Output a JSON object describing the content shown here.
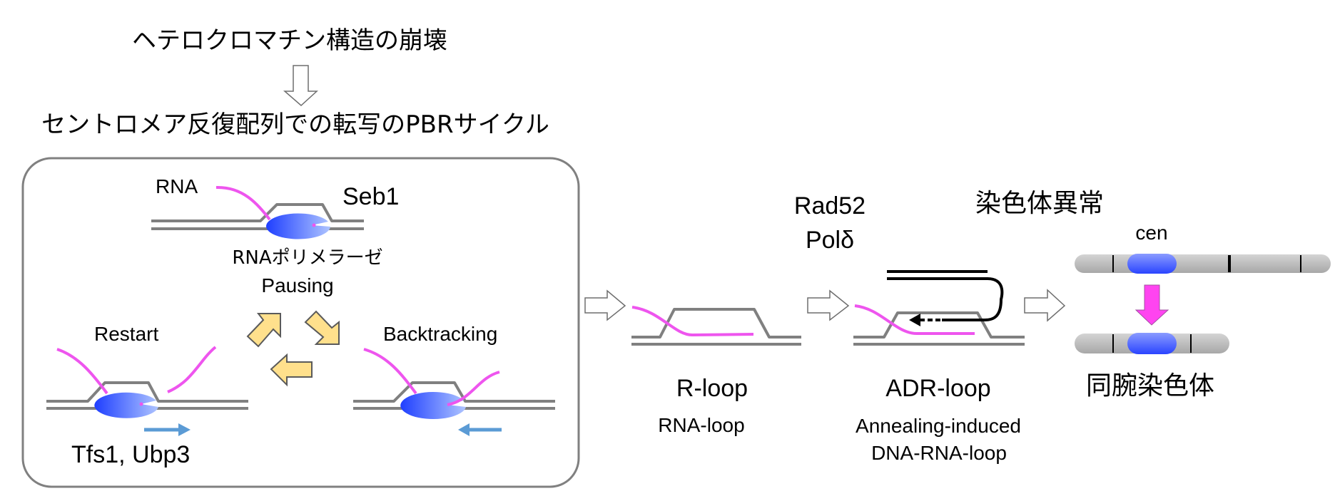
{
  "title": {
    "cause": "ヘテロクロマチン構造の崩壊",
    "cycle": "セントロメア反復配列での転写のPBRサイクル"
  },
  "pbr_cycle": {
    "pausing": {
      "rna_label": "RNA",
      "factor_label": "Seb1",
      "enzyme_label": "RNAポリメラーゼ",
      "state_label": "Pausing"
    },
    "restart": {
      "state_label": "Restart",
      "factor_label": "Tfs1, Ubp3"
    },
    "backtracking": {
      "state_label": "Backtracking"
    }
  },
  "r_loop": {
    "title": "R-loop",
    "subtitle": "RNA-loop"
  },
  "adr_loop": {
    "factors_line1": "Rad52",
    "factors_line2": "Polδ",
    "title": "ADR-loop",
    "subtitle_line1": "Annealing-induced",
    "subtitle_line2": "DNA-RNA-loop"
  },
  "outcome": {
    "heading": "染色体異常",
    "centromere_label": "cen",
    "result_label": "同腕染色体"
  },
  "colors": {
    "dna": "#808080",
    "rna": "#ee55ee",
    "polymerase_dark": "#1f3fff",
    "polymerase_light": "#a8c0ff",
    "cycle_arrow_fill": "#ffe08c",
    "cycle_arrow_stroke": "#5a5a5a",
    "direction_arrow": "#5b9bd5",
    "centromere": "#4a63ff",
    "chromosome": "#c2c2c2",
    "isochromosome_arrow": "#ff44f0",
    "invading_dna": "#000000"
  }
}
